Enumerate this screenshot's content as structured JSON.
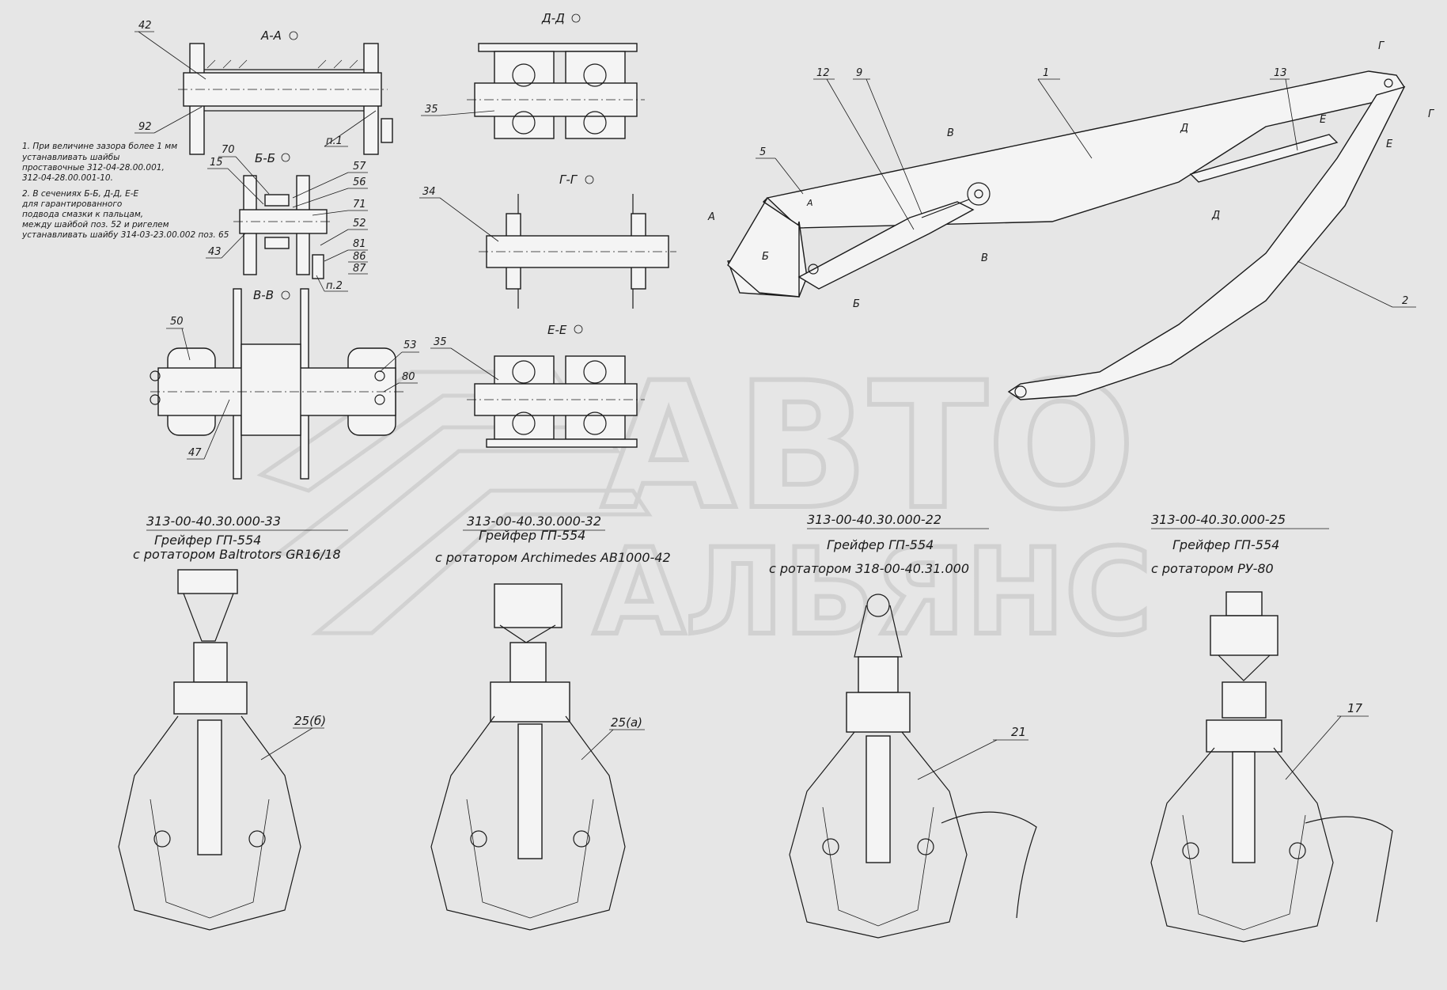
{
  "sections": {
    "aa": "А-А",
    "bb": "Б-Б",
    "vv": "В-В",
    "gg": "Г-Г",
    "dd": "Д-Д",
    "ee": "Е-Е"
  },
  "notes": [
    "1. При величине зазора более 1 мм",
    "   устанавливать шайбы",
    "   проставочные 312-04-28.00.001,",
    "   312-04-28.00.001-10.",
    "2. В сечениях Б-Б, Д-Д, Е-Е",
    "   для гарантированного",
    "   подвода смазки к пальцам,",
    "   между шайбой поз. 52 и ригелем",
    "   устанавливать шайбу 314-03-23.00.002 поз. 65"
  ],
  "callouts": {
    "c42": "42",
    "c92": "92",
    "cp1": "п.1",
    "c70": "70",
    "c15": "15",
    "c57": "57",
    "c56": "56",
    "c71": "71",
    "c52": "52",
    "c43": "43",
    "c81": "81",
    "c86": "86",
    "c87": "87",
    "cp2": "п.2",
    "c50": "50",
    "c53": "53",
    "c80": "80",
    "c47": "47",
    "c35a": "35",
    "c34": "34",
    "c35b": "35",
    "c1": "1",
    "c12": "12",
    "c9": "9",
    "c5": "5",
    "c13": "13",
    "c2": "2"
  },
  "boom_marks": {
    "A": "А",
    "A2": "А",
    "B": "Б",
    "B2": "Б",
    "V": "В",
    "V2": "В",
    "G": "Г",
    "G2": "Г",
    "D": "Д",
    "D2": "Д",
    "E": "Е",
    "E2": "Е"
  },
  "grapples": [
    {
      "code": "313-00-40.30.000-33",
      "title": "Грейфер ГП-554",
      "subtitle": "с ротатором Baltrotors GR16/18",
      "pos": "25(б)"
    },
    {
      "code": "313-00-40.30.000-32",
      "title": "Грейфер ГП-554",
      "subtitle": "с ротатором Archimedes AB1000-42",
      "pos": "25(а)"
    },
    {
      "code": "313-00-40.30.000-22",
      "title": "Грейфер ГП-554",
      "subtitle": "с ротатором 318-00-40.31.000",
      "pos": "21"
    },
    {
      "code": "313-00-40.30.000-25",
      "title": "Грейфер ГП-554",
      "subtitle": "с ротатором РУ-80",
      "pos": "17"
    }
  ],
  "watermark": {
    "line1": "АВТО",
    "line2": "АЛЬЯНС"
  }
}
